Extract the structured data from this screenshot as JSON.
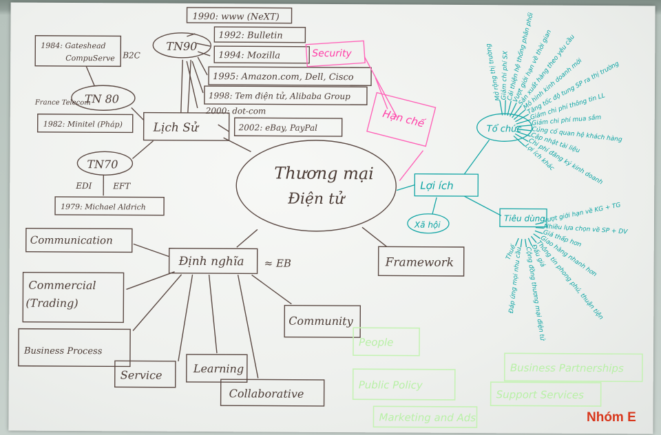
{
  "center": {
    "line1": "Thương mại",
    "line2": "Điện tử"
  },
  "history": {
    "label": "Lịch Sử",
    "tn90": "TN90",
    "tn80": "TN 80",
    "tn70": "TN70",
    "gateshead_line1": "1984: Gateshead",
    "gateshead_line2": "CompuServe",
    "b2c": "B2C",
    "france_telecom": "France Telecom",
    "minitel": "1982: Minitel (Pháp)",
    "edi": "EDI",
    "eft": "EFT",
    "aldrich": "1979: Michael Aldrich",
    "events": [
      "1990: www (NeXT)",
      "1992: Bulletin",
      "1994: Mozilla",
      "1995: Amazon.com, Dell, Cisco",
      "1998: Tem điện tử, Alibaba Group",
      "2000: dot-com",
      "2002: eBay, PayPal"
    ]
  },
  "definition": {
    "label": "Định nghĩa",
    "alias": "≈ EB",
    "items": [
      "Communication",
      "Commercial",
      "(Trading)",
      "Business Process",
      "Service",
      "Learning",
      "Collaborative",
      "Community"
    ]
  },
  "framework": {
    "label": "Framework"
  },
  "limits": {
    "security": "Security",
    "han_che": "Hạn chế"
  },
  "benefits": {
    "label": "Lợi ích",
    "society": "Xã hội",
    "organization": "Tổ chức",
    "consumer": "Tiêu dùng",
    "org_items": [
      "Mở rộng thị trường",
      "Giảm chi phí SX",
      "Cải thiện hệ thống phân phối",
      "Vượt giới hạn về thời gian",
      "Sản xuất hàng theo yêu cầu",
      "Mô hình kinh doanh mới",
      "Tăng tốc độ tung SP ra thị trường",
      "Giảm chi phí thông tin LL",
      "Giảm chi phí mua sắm",
      "Củng cố quan hệ khách hàng",
      "Cập nhật tài liệu",
      "Chi phí đăng ký kinh doanh",
      "Lợi ích khác"
    ],
    "consumer_items": [
      "Vượt giới hạn về KG + TG",
      "Nhiều lựa chọn về SP + DV",
      "Giá thấp hơn",
      "Giao hàng nhanh hơn",
      "Thông tin phong phú, thuận tiện",
      "Đấu giá",
      "Cộng đồng thương mại điện tử",
      "Đáp ứng mọi nhu cầu",
      "Thuế"
    ]
  },
  "faint_green": [
    "People",
    "Public Policy",
    "Marketing and Ads",
    "Business Partnerships",
    "Support Services"
  ],
  "signature": "Nhóm E"
}
